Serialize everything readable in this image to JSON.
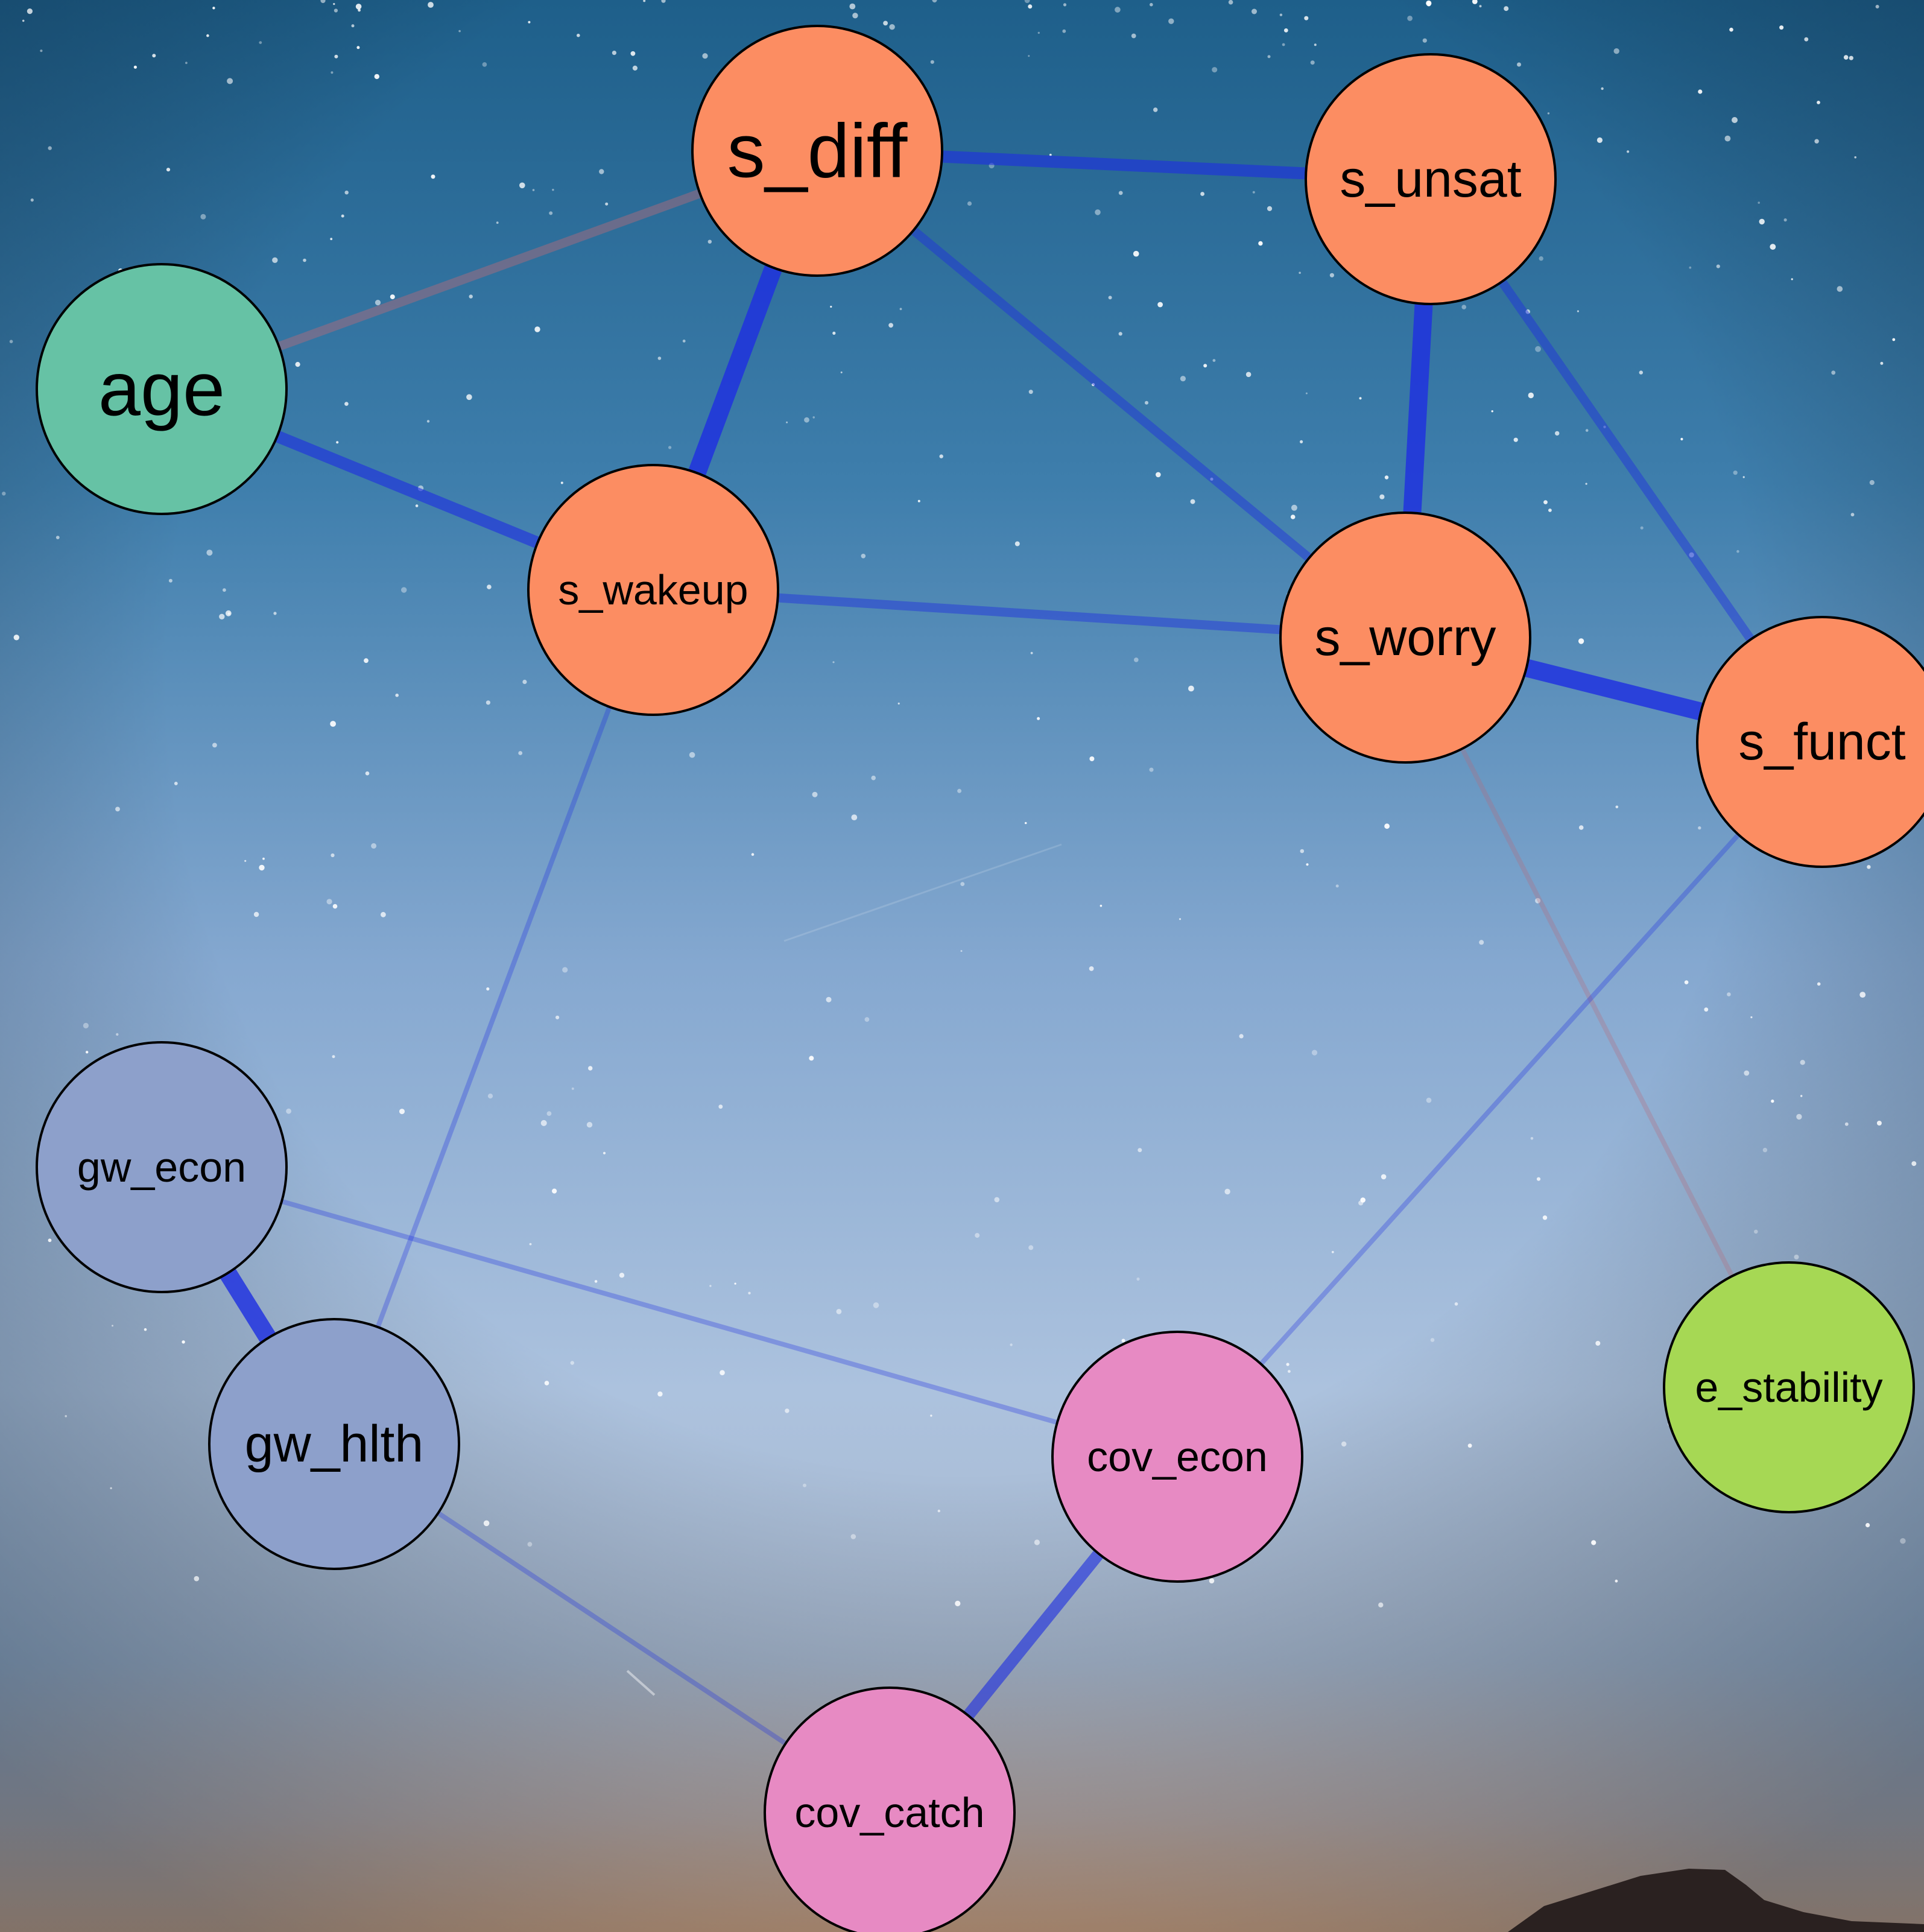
{
  "diagram": {
    "nodes": [
      {
        "id": "s_diff",
        "label": "s_diff",
        "fill": "#FC8D62",
        "size": "large"
      },
      {
        "id": "s_unsat",
        "label": "s_unsat",
        "fill": "#FC8D62",
        "size": "medium"
      },
      {
        "id": "age",
        "label": "age",
        "fill": "#66C2A5",
        "size": "large"
      },
      {
        "id": "s_wakeup",
        "label": "s_wakeup",
        "fill": "#FC8D62",
        "size": "small"
      },
      {
        "id": "s_worry",
        "label": "s_worry",
        "fill": "#FC8D62",
        "size": "medium"
      },
      {
        "id": "s_funct",
        "label": "s_funct",
        "fill": "#FC8D62",
        "size": "medium"
      },
      {
        "id": "gw_econ",
        "label": "gw_econ",
        "fill": "#8DA0CB",
        "size": "small"
      },
      {
        "id": "gw_hlth",
        "label": "gw_hlth",
        "fill": "#8DA0CB",
        "size": "medium"
      },
      {
        "id": "cov_econ",
        "label": "cov_econ",
        "fill": "#E78AC3",
        "size": "small"
      },
      {
        "id": "cov_catch",
        "label": "cov_catch",
        "fill": "#E78AC3",
        "size": "small"
      },
      {
        "id": "e_stability",
        "label": "e_stability",
        "fill": "#A6D854",
        "size": "small"
      }
    ],
    "edges": [
      {
        "from": "s_diff",
        "to": "s_unsat",
        "sign": "positive",
        "strength": "strong"
      },
      {
        "from": "age",
        "to": "s_diff",
        "sign": "negative",
        "strength": "moderate"
      },
      {
        "from": "s_diff",
        "to": "s_wakeup",
        "sign": "positive",
        "strength": "very strong"
      },
      {
        "from": "s_diff",
        "to": "s_worry",
        "sign": "positive",
        "strength": "moderate"
      },
      {
        "from": "age",
        "to": "s_wakeup",
        "sign": "positive",
        "strength": "strong"
      },
      {
        "from": "s_unsat",
        "to": "s_worry",
        "sign": "positive",
        "strength": "very strong"
      },
      {
        "from": "s_unsat",
        "to": "s_funct",
        "sign": "positive",
        "strength": "moderate"
      },
      {
        "from": "s_wakeup",
        "to": "s_worry",
        "sign": "positive",
        "strength": "moderate"
      },
      {
        "from": "s_worry",
        "to": "s_funct",
        "sign": "positive",
        "strength": "very strong"
      },
      {
        "from": "s_wakeup",
        "to": "gw_hlth",
        "sign": "positive",
        "strength": "weak"
      },
      {
        "from": "s_worry",
        "to": "e_stability",
        "sign": "negative",
        "strength": "weak"
      },
      {
        "from": "s_funct",
        "to": "cov_econ",
        "sign": "positive",
        "strength": "weak"
      },
      {
        "from": "gw_econ",
        "to": "gw_hlth",
        "sign": "positive",
        "strength": "very strong"
      },
      {
        "from": "gw_econ",
        "to": "cov_econ",
        "sign": "positive",
        "strength": "weak"
      },
      {
        "from": "gw_hlth",
        "to": "cov_catch",
        "sign": "positive",
        "strength": "weak"
      },
      {
        "from": "cov_econ",
        "to": "cov_catch",
        "sign": "positive",
        "strength": "strong"
      }
    ]
  },
  "colors": {
    "positive_edge": "#1E2FE0",
    "negative_edge": "#B56A7A",
    "node_stroke": "#000000",
    "label": "#000000"
  }
}
